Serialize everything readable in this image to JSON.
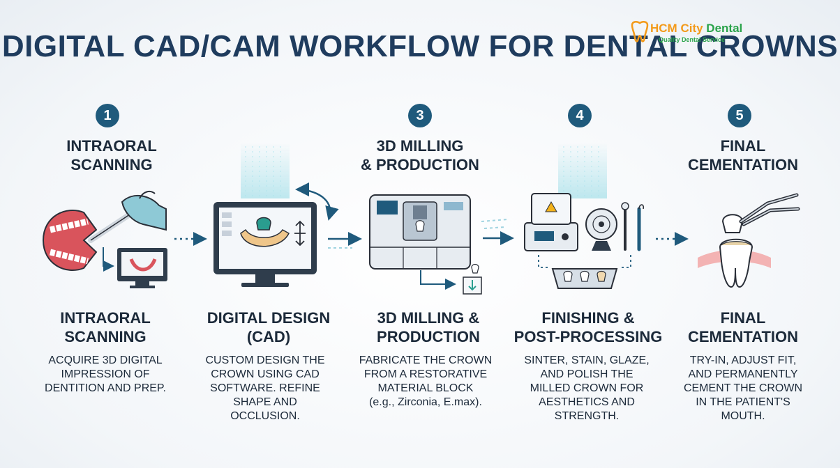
{
  "title": "DIGITAL CAD/CAM WORKFLOW FOR DENTAL CROWNS",
  "logo": {
    "name_part1": "HCM City",
    "name_part2": "Dental",
    "tagline": "Quality Dental Service"
  },
  "colors": {
    "title": "#1f3c5e",
    "step_number_bg": "#1f5a7c",
    "accent_teal": "#2a9d8f",
    "logo_orange": "#f39a1a",
    "logo_green": "#2aa34a"
  },
  "steps": [
    {
      "number": "1",
      "top_label": "INTRAORAL\nSCANNING",
      "heading": "INTRAORAL\nSCANNING",
      "description": "ACQUIRE 3D DIGITAL\nIMPRESSION OF\nDENTITION AND PREP.",
      "icon": "intraoral-scanner-icon"
    },
    {
      "number": "",
      "top_label": "",
      "heading": "DIGITAL DESIGN\n(CAD)",
      "description": "CUSTOM DESIGN THE\nCROWN USING CAD\nSOFTWARE. REFINE\nSHAPE AND\nOCCLUSION.",
      "icon": "cad-monitor-icon"
    },
    {
      "number": "3",
      "top_label": "3D MILLING\n& PRODUCTION",
      "heading": "3D MILLING &\nPRODUCTION",
      "description": "FABRICATE THE CROWN\nFROM A RESTORATIVE\nMATERIAL BLOCK\n(e.g., Zirconia, E.max).",
      "icon": "milling-machine-icon"
    },
    {
      "number": "4",
      "top_label": "",
      "heading": "FINISHING &\nPOST-PROCESSING",
      "description": "SINTER, STAIN, GLAZE,\nAND POLISH THE\nMILLED CROWN FOR\nAESTHETICS AND\nSTRENGTH.",
      "icon": "sintering-furnace-icon"
    },
    {
      "number": "5",
      "top_label": "FINAL\nCEMENTATION",
      "heading": "FINAL\nCEMENTATION",
      "description": "TRY-IN, ADJUST FIT,\nAND PERMANENTLY\nCEMENT THE CROWN\nIN THE PATIENT'S\nMOUTH.",
      "icon": "crown-cementation-icon"
    }
  ]
}
